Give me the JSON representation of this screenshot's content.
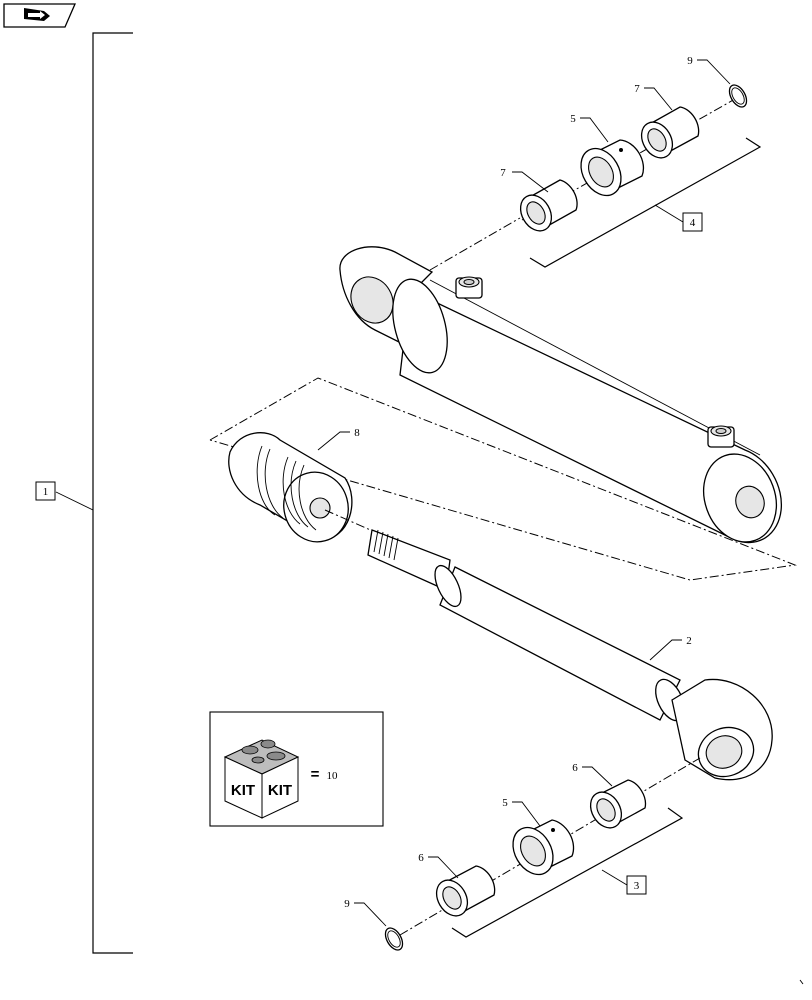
{
  "callouts": {
    "assembly": "1",
    "rod": "2",
    "kit_lower": "3",
    "kit_upper": "4",
    "bushing_upper": "5",
    "bushing_lower": "5",
    "bearing_lower_right": "6",
    "bearing_lower_left": "6",
    "bearing_upper_left": "7",
    "bearing_upper_right": "7",
    "piston": "8",
    "snap_ring_upper": "9",
    "snap_ring_lower": "9"
  },
  "kit_box": {
    "label_left": "KIT",
    "label_right": "KIT",
    "equals": "=",
    "ref": "10"
  },
  "nav_icon": "nav-arrow-icon"
}
